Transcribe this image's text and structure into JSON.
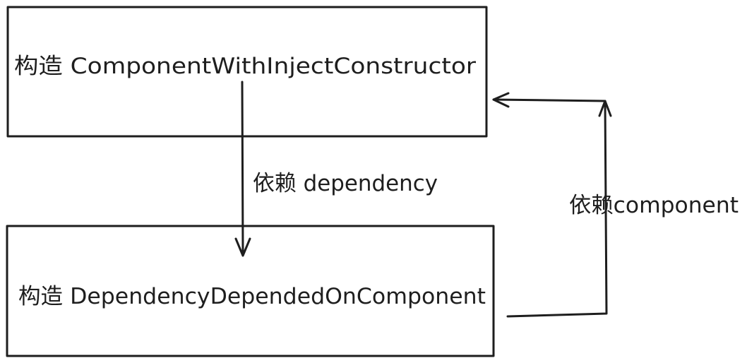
{
  "colors": {
    "stroke": "#1e1e1e",
    "background": "#ffffff"
  },
  "nodes": {
    "top": {
      "label": "构造 ComponentWithInjectConstructor"
    },
    "bottom": {
      "label": "构造 DependencyDependedOnComponent"
    }
  },
  "edges": {
    "top_to_bottom": {
      "label": "依赖 dependency"
    },
    "bottom_to_top": {
      "label": "依赖component"
    }
  }
}
